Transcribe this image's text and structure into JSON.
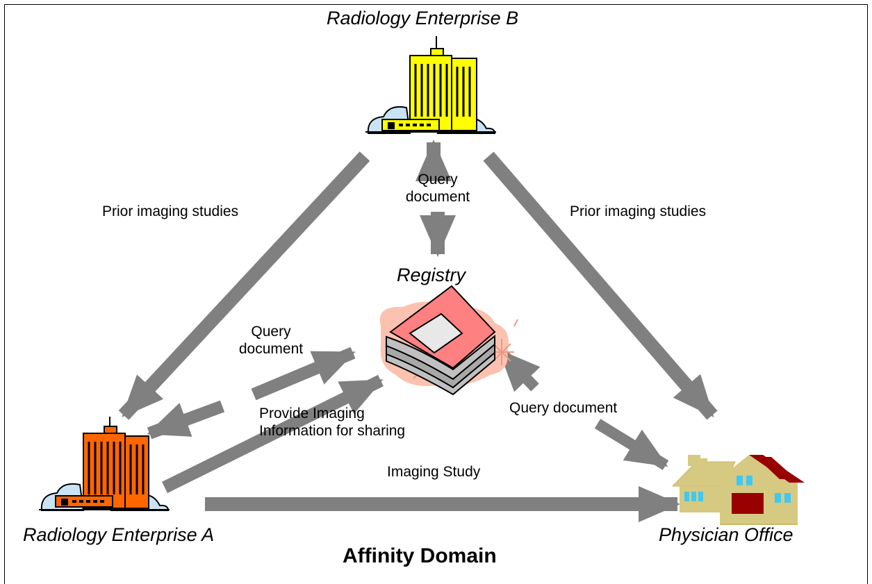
{
  "nodes": {
    "enterprise_b": "Radiology Enterprise B",
    "enterprise_a": "Radiology Enterprise A",
    "registry": "Registry",
    "physician_office": "Physician Office"
  },
  "domain_title": "Affinity Domain",
  "edges": {
    "b_to_a": "Prior imaging studies",
    "b_to_office": "Prior imaging studies",
    "b_registry": [
      "Query",
      "document"
    ],
    "a_registry_query": [
      "Query",
      "document"
    ],
    "a_registry_provide": [
      "Provide Imaging",
      "Information for sharing"
    ],
    "office_registry": "Query document",
    "a_to_office": "Imaging Study"
  },
  "icons": {
    "enterprise_b": "yellow-office-building-icon",
    "enterprise_a": "orange-office-building-icon",
    "registry": "document-stack-icon",
    "physician_office": "house-icon"
  },
  "colors": {
    "arrow": "#808080",
    "building_b": "#ffff00",
    "building_a": "#ff6600",
    "registry_blob": "#fcc2b0",
    "registry_book": "#ff8080",
    "house_wall": "#d6c982",
    "house_roof": "#990000"
  }
}
